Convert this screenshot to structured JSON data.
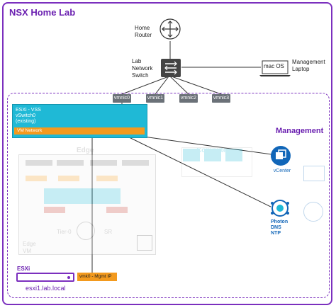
{
  "title": "NSX Home Lab",
  "router": {
    "label_1": "Home",
    "label_2": "Router"
  },
  "switch": {
    "label_1": "Lab",
    "label_2": "Network",
    "label_3": "Switch"
  },
  "laptop": {
    "screen_text": "mac OS",
    "label_1": "Management",
    "label_2": "Laptop"
  },
  "vmnics": [
    "vmnic0",
    "vmnic1",
    "vmnic2",
    "vmnic3"
  ],
  "vss": {
    "line_1": "ESXi - VSS",
    "line_2": "vSwitch0",
    "line_3": "(existing)",
    "portgroup": "VM Network"
  },
  "edge": {
    "title": "Edge",
    "tier0": "Tier-0",
    "sr": "SR",
    "edge_vm_1": "Edge",
    "edge_vm_2": "VM"
  },
  "compute": {
    "title": "Compute"
  },
  "management": {
    "title": "Management",
    "vcenter": "vCenter",
    "photon_1": "Photon",
    "photon_2": "DNS",
    "photon_3": "NTP"
  },
  "esxi": {
    "label": "ESXi",
    "hostname": "esxi1.lab.local",
    "vmk": "vmk0 - Mgmt IP"
  },
  "colors": {
    "brand": "#7b2fbe",
    "cyan": "#1fb9d6",
    "orange": "#f39a1e",
    "blue": "#1166b8"
  }
}
